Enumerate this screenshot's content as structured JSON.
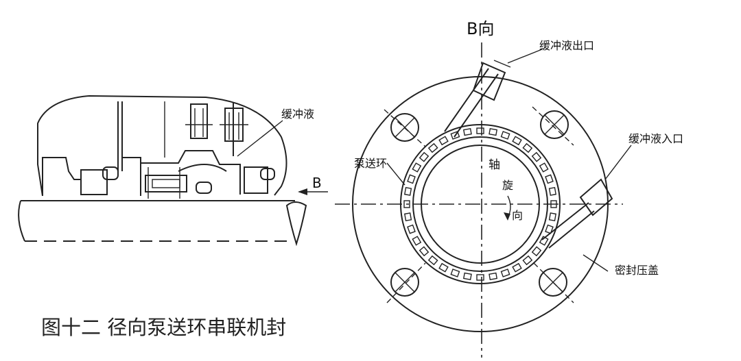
{
  "caption": "图十二   径向泵送环串联机封",
  "labels": {
    "b_direction": "B向",
    "buffer_outlet": "缓冲液出口",
    "buffer_inlet": "缓冲液入口",
    "buffer_fluid": "缓冲液",
    "pump_ring": "泵送环",
    "shaft": "轴",
    "rotation_1": "旋",
    "rotation_2": "向",
    "gland": "密封压盖",
    "arrow_b": "B"
  }
}
